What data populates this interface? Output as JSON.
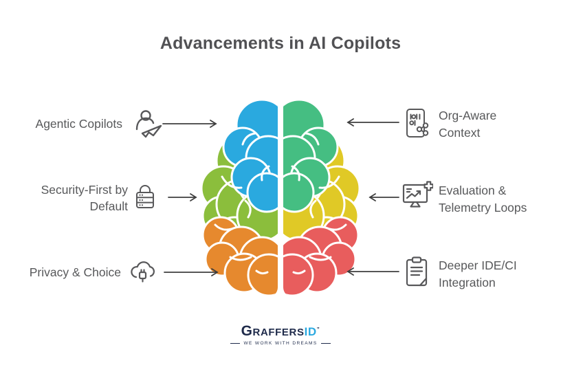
{
  "title": "Advancements in AI Copilots",
  "colors": {
    "title_text": "#515154",
    "label_text": "#57585A",
    "icon_stroke": "#58585A",
    "arrow": "#3E3E3E",
    "brain": {
      "top_left": "#2AA9DF",
      "top_right": "#45BE82",
      "mid_left": "#8BBE3C",
      "mid_right": "#E0C926",
      "bottom_left": "#E6892E",
      "bottom_right": "#E85D5D"
    },
    "logo_navy": "#1E2A4A",
    "logo_cyan": "#2BA9E0"
  },
  "left_items": [
    {
      "icon": "agent-icon",
      "lines": [
        "Agentic Copilots",
        ""
      ]
    },
    {
      "icon": "secure-server-lock-icon",
      "lines": [
        "Security-First by",
        "Default"
      ]
    },
    {
      "icon": "cloud-plug-icon",
      "lines": [
        "Privacy & Choice",
        ""
      ]
    }
  ],
  "right_items": [
    {
      "icon": "binary-document-share-icon",
      "lines": [
        "Org-Aware",
        "Context"
      ]
    },
    {
      "icon": "telemetry-monitor-icon",
      "lines": [
        "Evaluation &",
        "Telemetry Loops"
      ]
    },
    {
      "icon": "clipboard-icon",
      "lines": [
        "Deeper IDE/CI",
        "Integration"
      ]
    }
  ],
  "logo": {
    "brand_prefix": "G",
    "brand_mid": "RAFFERS",
    "brand_suffix": "ID",
    "brand_mark": "”",
    "tagline": "WE WORK WITH DREAMS"
  }
}
